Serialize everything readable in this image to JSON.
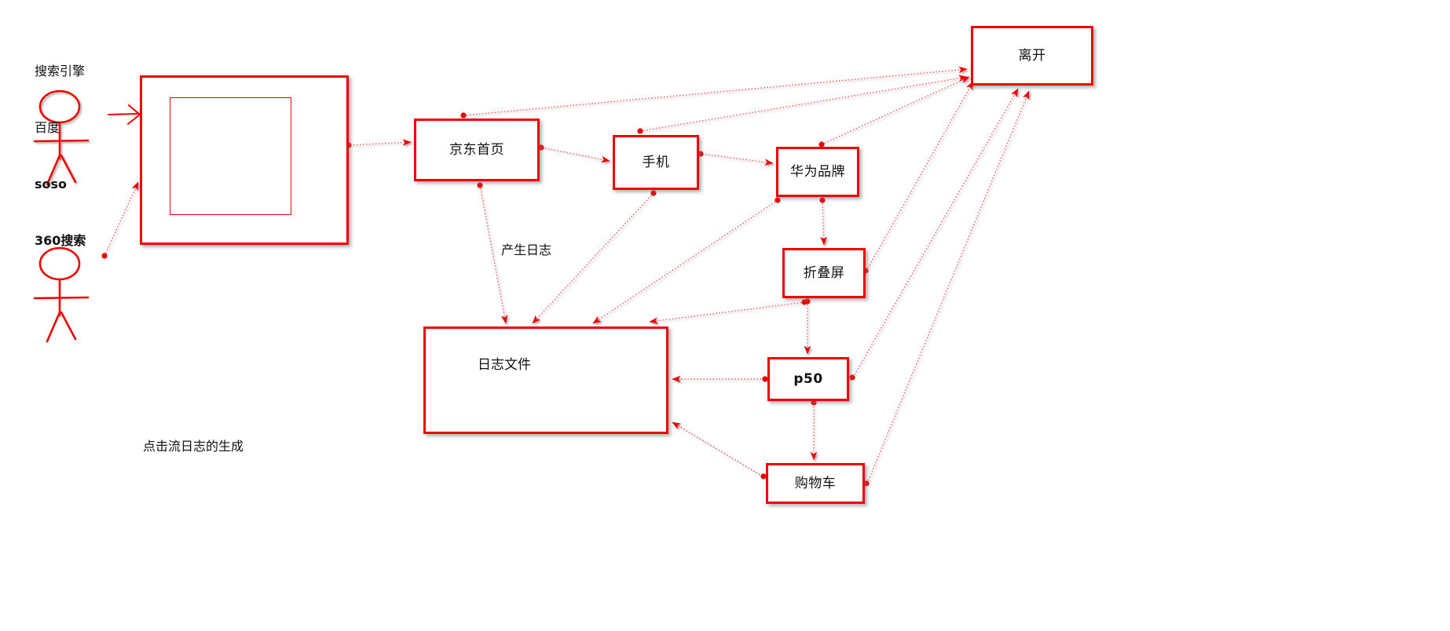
{
  "diagram": {
    "title_caption": "点击流日志的生成",
    "accent_color": "#ee0000",
    "text_color": "#111111",
    "background": "#ffffff"
  },
  "actors": [
    {
      "name": "actor-top",
      "label": ""
    },
    {
      "name": "actor-bottom",
      "label": ""
    }
  ],
  "nodes": {
    "search_engine": {
      "line1": "搜索引擎",
      "line2": "百度",
      "line3": "soso",
      "line4": "360搜索"
    },
    "jd_home": {
      "label": "京东首页"
    },
    "phone": {
      "label": "手机"
    },
    "huawei_brand": {
      "label": "华为品牌"
    },
    "foldable_screen": {
      "label": "折叠屏"
    },
    "p50": {
      "label": "p50"
    },
    "cart": {
      "label": "购物车"
    },
    "leave": {
      "label": "离开"
    },
    "log_file": {
      "label": "日志文件"
    }
  },
  "edge_labels": {
    "produce_log": "产生日志"
  },
  "edges": [
    {
      "from": "actor-bottom",
      "to": "search_engine",
      "style": "dotted-arrow"
    },
    {
      "from": "actor-top",
      "to": "search_engine",
      "style": "hand-drawn-arrow"
    },
    {
      "from": "search_engine",
      "to": "jd_home",
      "style": "dotted-arrow"
    },
    {
      "from": "jd_home",
      "to": "leave",
      "style": "dotted-arrow"
    },
    {
      "from": "jd_home",
      "to": "phone",
      "style": "dotted-arrow"
    },
    {
      "from": "jd_home",
      "to": "log_file",
      "style": "dotted-arrow",
      "label": "产生日志"
    },
    {
      "from": "phone",
      "to": "leave",
      "style": "dotted-arrow"
    },
    {
      "from": "phone",
      "to": "huawei_brand",
      "style": "dotted-arrow"
    },
    {
      "from": "phone",
      "to": "log_file",
      "style": "dotted-arrow"
    },
    {
      "from": "huawei_brand",
      "to": "leave",
      "style": "dotted-arrow"
    },
    {
      "from": "huawei_brand",
      "to": "foldable_screen",
      "style": "dotted-arrow"
    },
    {
      "from": "huawei_brand",
      "to": "log_file",
      "style": "dotted-arrow"
    },
    {
      "from": "foldable_screen",
      "to": "leave",
      "style": "dotted-arrow"
    },
    {
      "from": "foldable_screen",
      "to": "p50",
      "style": "dotted-arrow"
    },
    {
      "from": "foldable_screen",
      "to": "log_file",
      "style": "dotted-arrow"
    },
    {
      "from": "p50",
      "to": "leave",
      "style": "dotted-arrow"
    },
    {
      "from": "p50",
      "to": "cart",
      "style": "dotted-arrow"
    },
    {
      "from": "p50",
      "to": "log_file",
      "style": "dotted-arrow"
    },
    {
      "from": "cart",
      "to": "leave",
      "style": "dotted-arrow"
    },
    {
      "from": "cart",
      "to": "log_file",
      "style": "dotted-arrow"
    }
  ]
}
